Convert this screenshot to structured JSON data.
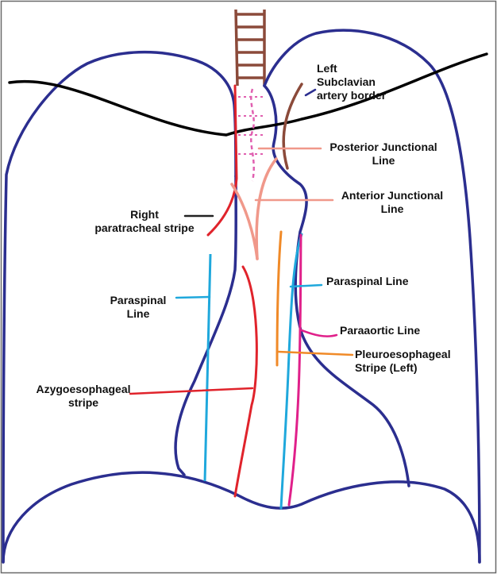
{
  "labels": {
    "left_subclavian": [
      "Left",
      "Subclavian",
      "artery border"
    ],
    "posterior_junctional": [
      "Posterior Junctional",
      "Line"
    ],
    "anterior_junctional": [
      "Anterior Junctional",
      "Line"
    ],
    "right_paratracheal": [
      "Right",
      "paratracheal stripe"
    ],
    "paraspinal_left": "Paraspinal Line",
    "paraspinal_right": [
      "Paraspinal",
      "Line"
    ],
    "paraaortic": "Paraaortic Line",
    "pleuroesophageal": [
      "Pleuroesophageal",
      "Stripe (Left)"
    ],
    "azygoesophageal": [
      "Azygoesophageal",
      "stripe"
    ]
  },
  "colors": {
    "outline": "#2b2e8f",
    "trachea": "#8b4a3a",
    "clavicle": "#000000",
    "red_line": "#e0232b",
    "salmon_line": "#f0988a",
    "blue_line": "#1fa8dc",
    "orange_line": "#f08a28",
    "magenta_line": "#e0208a",
    "dash_line": "#e060b0",
    "leader_dark": "#222222"
  }
}
